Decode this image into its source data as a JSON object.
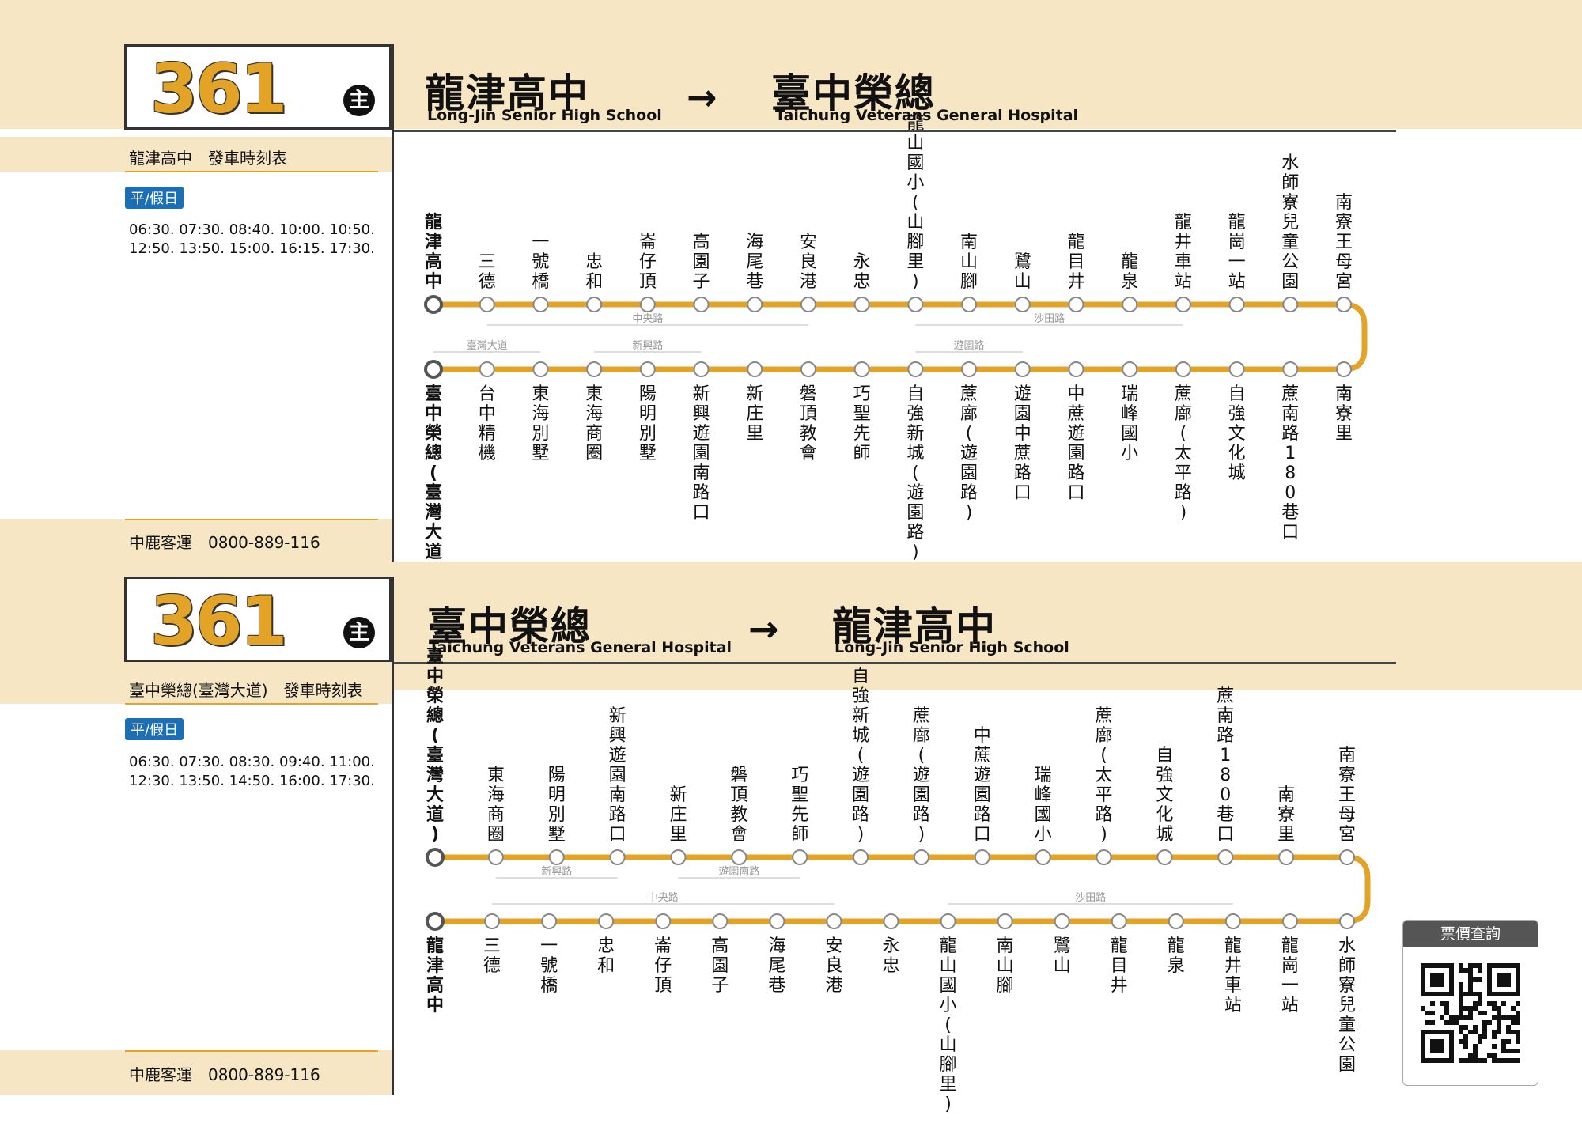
{
  "panels": [
    {
      "route": "361",
      "badge": "主",
      "from_zh": "龍津高中",
      "from_en": "Long-Jin Senior High School",
      "to_zh": "臺中榮總",
      "to_en": "Taichung Veterans General Hospital",
      "arrow": "→",
      "schedule_title": "龍津高中　發車時刻表",
      "day_tag": "平/假日",
      "times_line1": "06:30. 07:30. 08:40. 10:00. 10:50.",
      "times_line2": "12:50. 13:50. 15:00. 16:15. 17:30.",
      "company": "中鹿客運　0800-889-116",
      "top_stops": [
        "龍津高中",
        "三德",
        "一號橋",
        "忠和",
        "崙仔頂",
        "高園子",
        "海尾巷",
        "安良港",
        "永忠",
        "龍山國小(山腳里)",
        "南山腳",
        "鷺山",
        "龍目井",
        "龍泉",
        "龍井車站",
        "龍崗一站",
        "水師寮兒童公園",
        "南寮王母宮"
      ],
      "bottom_stops": [
        "臺中榮總(臺灣大道)",
        "台中精機",
        "東海別墅",
        "東海商圈",
        "陽明別墅",
        "新興遊園南路口",
        "新庄里",
        "磐頂教會",
        "巧聖先師",
        "自強新城(遊園路)",
        "蔗廍(遊園路)",
        "遊園中蔗路口",
        "中蔗遊園路口",
        "瑞峰國小",
        "蔗廍(太平路)",
        "自強文化城",
        "蔗南路180巷口",
        "南寮里"
      ],
      "top_roads": [
        {
          "label": "中央路",
          "from": 1,
          "to": 7
        },
        {
          "label": "沙田路",
          "from": 9,
          "to": 14
        }
      ],
      "bottom_roads": [
        {
          "label": "臺灣大道",
          "from": 0,
          "to": 2
        },
        {
          "label": "新興路",
          "from": 3,
          "to": 5
        },
        {
          "label": "遊園路",
          "from": 9,
          "to": 11
        }
      ]
    },
    {
      "route": "361",
      "badge": "主",
      "from_zh": "臺中榮總",
      "from_en": "Taichung Veterans General Hospital",
      "to_zh": "龍津高中",
      "to_en": "Long-Jin Senior High School",
      "arrow": "→",
      "schedule_title": "臺中榮總(臺灣大道)　發車時刻表",
      "day_tag": "平/假日",
      "times_line1": "06:30. 07:30. 08:30. 09:40. 11:00.",
      "times_line2": "12:30. 13:50. 14:50. 16:00. 17:30.",
      "company": "中鹿客運　0800-889-116",
      "top_stops": [
        "臺中榮總(臺灣大道)",
        "東海商圈",
        "陽明別墅",
        "新興遊園南路口",
        "新庄里",
        "磐頂教會",
        "巧聖先師",
        "自強新城(遊園路)",
        "蔗廍(遊園路)",
        "中蔗遊園路口",
        "瑞峰國小",
        "蔗廍(太平路)",
        "自強文化城",
        "蔗南路180巷口",
        "南寮里",
        "南寮王母宮"
      ],
      "bottom_stops": [
        "龍津高中",
        "三德",
        "一號橋",
        "忠和",
        "崙仔頂",
        "高園子",
        "海尾巷",
        "安良港",
        "永忠",
        "龍山國小(山腳里)",
        "南山腳",
        "鷺山",
        "龍目井",
        "龍泉",
        "龍井車站",
        "龍崗一站",
        "水師寮兒童公園"
      ],
      "top_roads": [
        {
          "label": "新興路",
          "from": 1,
          "to": 3
        },
        {
          "label": "遊園南路",
          "from": 4,
          "to": 6
        }
      ],
      "bottom_roads": [
        {
          "label": "中央路",
          "from": 1,
          "to": 7
        },
        {
          "label": "沙田路",
          "from": 9,
          "to": 14
        }
      ]
    }
  ],
  "qr": {
    "title": "票價查詢"
  },
  "colors": {
    "accent": "#e3a326",
    "band": "#f7e6c4",
    "tag": "#1c6fb4",
    "road": "#999999"
  }
}
